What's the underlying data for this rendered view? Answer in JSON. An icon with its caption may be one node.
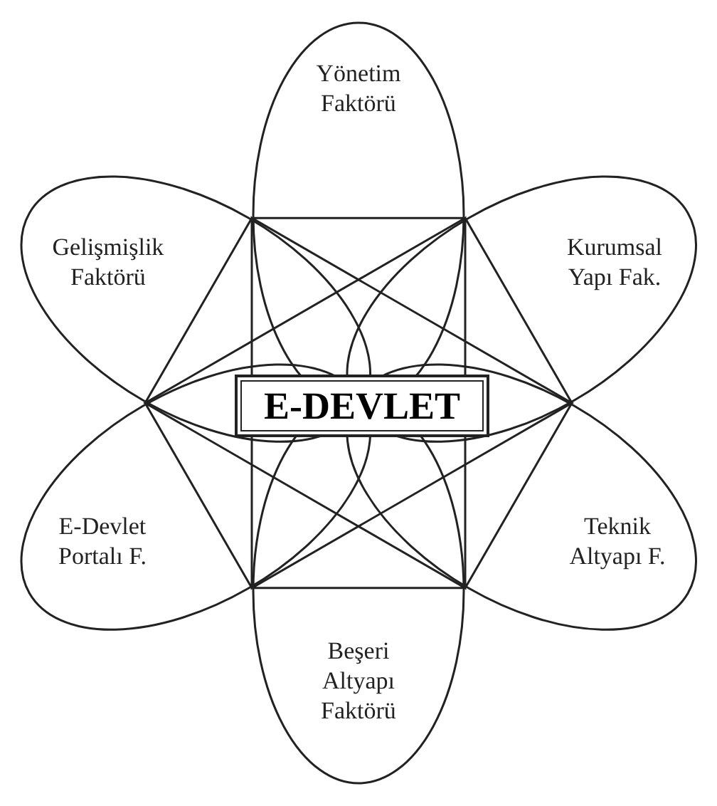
{
  "diagram": {
    "nodes": [
      {
        "text": [
          "Yönetim Faktörü"
        ]
      },
      {
        "text": [
          "Gelişmişlik Faktörü"
        ]
      },
      {
        "text": [
          "Kurumsal Yapı Fak."
        ]
      },
      {
        "text": [
          "E-DEVLET"
        ]
      },
      {
        "text": [
          "E-Devlet Portalı F."
        ]
      },
      {
        "text": [
          "Teknik Altyapı F."
        ]
      },
      {
        "text": [
          "Beşeri Altyapı Faktörü"
        ]
      }
    ]
  }
}
